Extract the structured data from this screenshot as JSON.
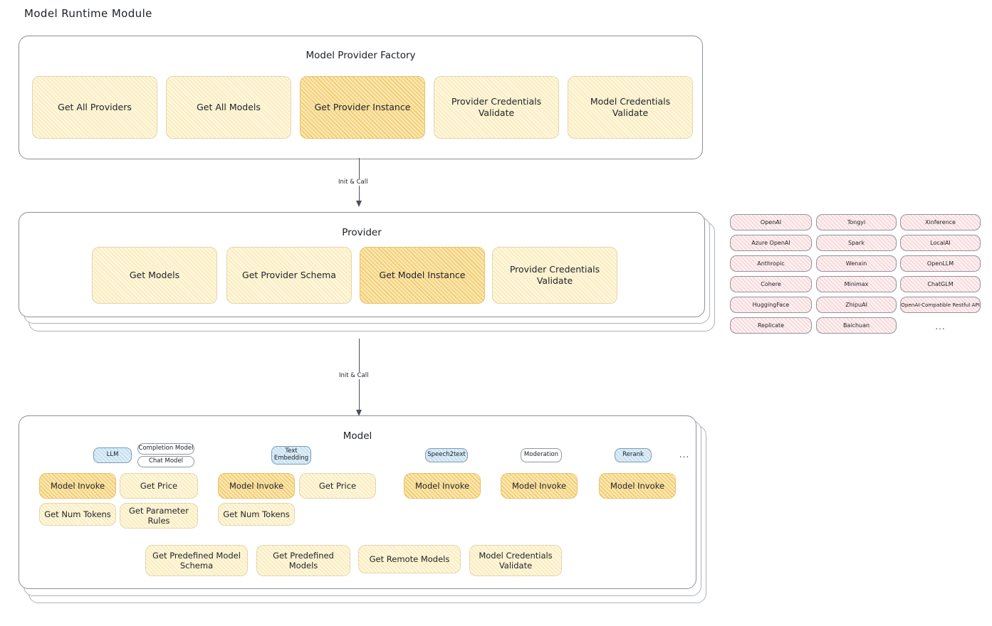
{
  "page": {
    "title": "Model Runtime Module"
  },
  "factory": {
    "title": "Model Provider Factory",
    "nodes": [
      {
        "label": "Get All Providers",
        "highlight": false
      },
      {
        "label": "Get All Models",
        "highlight": false
      },
      {
        "label": "Get Provider Instance",
        "highlight": true
      },
      {
        "label": "Provider Credentials Validate",
        "highlight": false
      },
      {
        "label": "Model Credentials Validate",
        "highlight": false
      }
    ]
  },
  "arrows": [
    {
      "label": "Init & Call"
    },
    {
      "label": "Init & Call"
    }
  ],
  "provider": {
    "title": "Provider",
    "nodes": [
      {
        "label": "Get Models",
        "highlight": false
      },
      {
        "label": "Get Provider Schema",
        "highlight": false
      },
      {
        "label": "Get Model Instance",
        "highlight": true
      },
      {
        "label": "Provider Credentials Validate",
        "highlight": false
      }
    ]
  },
  "provider_list": {
    "columns": [
      [
        "OpenAI",
        "Azure OpenAI",
        "Anthropic",
        "Cohere",
        "HuggingFace",
        "Replicate"
      ],
      [
        "Tongyi",
        "Spark",
        "Wenxin",
        "Minimax",
        "ZhipuAI",
        "Baichuan"
      ],
      [
        "Xinference",
        "LocalAI",
        "OpenLLM",
        "ChatGLM",
        "OpenAI-Compatible Restful API"
      ]
    ],
    "more": "..."
  },
  "model": {
    "title": "Model",
    "more": "...",
    "types": [
      {
        "badge": "LLM",
        "badge_style": "blue",
        "sub_badges": [
          "Completion Model",
          "Chat Model"
        ],
        "nodes": [
          {
            "label": "Model Invoke",
            "highlight": true
          },
          {
            "label": "Get Price",
            "highlight": false
          },
          {
            "label": "Get Num Tokens",
            "highlight": false
          },
          {
            "label": "Get Parameter Rules",
            "highlight": false
          }
        ]
      },
      {
        "badge": "Text Embedding",
        "badge_style": "blue",
        "sub_badges": [],
        "nodes": [
          {
            "label": "Model Invoke",
            "highlight": true
          },
          {
            "label": "Get Price",
            "highlight": false
          },
          {
            "label": "Get Num Tokens",
            "highlight": false
          }
        ]
      },
      {
        "badge": "Speech2text",
        "badge_style": "blue",
        "sub_badges": [],
        "nodes": [
          {
            "label": "Model Invoke",
            "highlight": true
          }
        ]
      },
      {
        "badge": "Moderation",
        "badge_style": "plain",
        "sub_badges": [],
        "nodes": [
          {
            "label": "Model Invoke",
            "highlight": true
          }
        ]
      },
      {
        "badge": "Rerank",
        "badge_style": "blue",
        "sub_badges": [],
        "nodes": [
          {
            "label": "Model Invoke",
            "highlight": true
          }
        ]
      }
    ],
    "common_nodes": [
      {
        "label": "Get Predefined Model Schema"
      },
      {
        "label": "Get Predefined Models"
      },
      {
        "label": "Get Remote Models"
      },
      {
        "label": "Model Credentials Validate"
      }
    ]
  },
  "colors": {
    "node_fill": "#fdf6dd",
    "node_highlight_fill": "#fbe6b0",
    "badge_blue": "#dcedf8",
    "chip_pink": "#fdeff0",
    "stroke": "#8b8f95"
  }
}
